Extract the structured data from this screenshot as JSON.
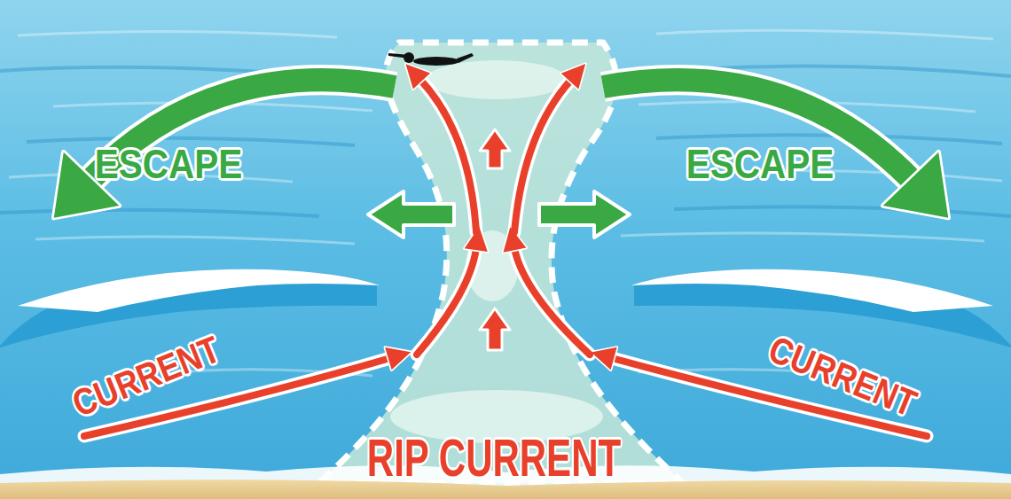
{
  "diagram": {
    "labels": [
      "ESCAPE",
      "ESCAPE",
      "CURRENT",
      "CURRENT",
      "RIP CURRENT"
    ]
  }
}
